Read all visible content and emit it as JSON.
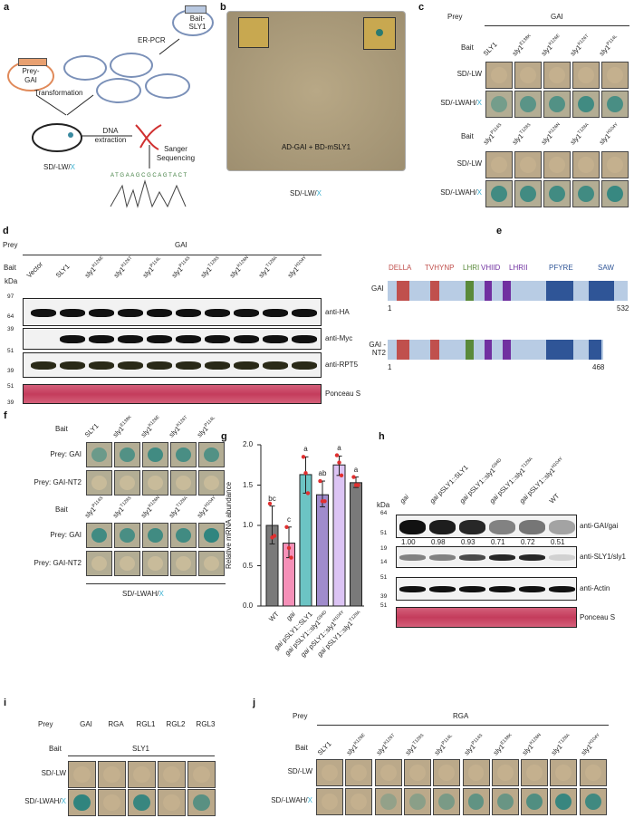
{
  "panel_labels": {
    "a": "a",
    "b": "b",
    "c": "c",
    "d": "d",
    "e": "e",
    "f": "f",
    "g": "g",
    "h": "h",
    "i": "i",
    "j": "j"
  },
  "panel_a": {
    "bait_plasmid": "Bait-SLY1",
    "er_pcr": "ER-PCR",
    "prey_plasmid": "Prey-GAI",
    "transformation": "Transformation",
    "dna_extraction": "DNA extraction",
    "sanger": "Sanger Sequencing",
    "medium": "SD/-LW/",
    "medium_x": "X",
    "sequence": "ATGAAGCGCAGTACT",
    "colors": {
      "prey": "#e08a5a",
      "bait": "#7a90b8",
      "x_stain": "#3ab0d0"
    }
  },
  "panel_b": {
    "plate_label": "AD-GAI + BD-mSLY1",
    "medium": "SD/-LW/",
    "medium_x": "X"
  },
  "panel_c": {
    "prey_label": "Prey",
    "prey": "GAI",
    "bait_label": "Bait",
    "rows": [
      {
        "medium": "SD/-LW",
        "x": ""
      },
      {
        "medium": "SD/-LWAH/",
        "x": "X"
      }
    ],
    "groups": [
      {
        "baits": [
          {
            "base": "SLY1",
            "sup": ""
          },
          {
            "base": "sly1",
            "sup": "E138K"
          },
          {
            "base": "sly1",
            "sup": "K126E"
          },
          {
            "base": "sly1",
            "sup": "K126T"
          },
          {
            "base": "sly1",
            "sup": "P114L"
          }
        ],
        "blue_level": [
          [
            0,
            0,
            0,
            0,
            0
          ],
          [
            0.5,
            0.65,
            0.7,
            0.8,
            0.75
          ]
        ]
      },
      {
        "baits": [
          {
            "base": "sly1",
            "sup": "P114S"
          },
          {
            "base": "sly1",
            "sup": "T128S"
          },
          {
            "base": "sly1",
            "sup": "K126N"
          },
          {
            "base": "sly1",
            "sup": "T128A"
          },
          {
            "base": "sly1",
            "sup": "H104Y"
          }
        ],
        "blue_level": [
          [
            0,
            0,
            0,
            0,
            0
          ],
          [
            0.8,
            0.8,
            0.8,
            0.8,
            0.85
          ]
        ]
      }
    ]
  },
  "panel_d": {
    "prey_label": "Prey",
    "prey": "GAI",
    "bait_label": "Bait",
    "kda_label": "kDa",
    "lanes": [
      {
        "base": "Vector",
        "sup": ""
      },
      {
        "base": "SLY1",
        "sup": ""
      },
      {
        "base": "sly1",
        "sup": "K126E"
      },
      {
        "base": "sly1",
        "sup": "K126T"
      },
      {
        "base": "sly1",
        "sup": "P114L"
      },
      {
        "base": "sly1",
        "sup": "P114S"
      },
      {
        "base": "sly1",
        "sup": "T128S"
      },
      {
        "base": "sly1",
        "sup": "K126N"
      },
      {
        "base": "sly1",
        "sup": "T128A"
      },
      {
        "base": "sly1",
        "sup": "H104Y"
      }
    ],
    "blots": [
      {
        "antibody": "anti-HA",
        "markers": [
          "97",
          "64"
        ],
        "present": [
          1,
          1,
          1,
          1,
          1,
          1,
          1,
          1,
          1,
          1
        ]
      },
      {
        "antibody": "anti-Myc",
        "markers": [
          "39"
        ],
        "present": [
          0,
          1,
          1,
          1,
          1,
          1,
          1,
          1,
          1,
          1
        ]
      },
      {
        "antibody": "anti-RPT5",
        "markers": [
          "51",
          "39"
        ],
        "present": [
          1,
          1,
          1,
          1,
          1,
          1,
          1,
          1,
          1,
          1
        ]
      },
      {
        "antibody": "Ponceau S",
        "markers": [
          "51",
          "39"
        ],
        "present": [
          1,
          1,
          1,
          1,
          1,
          1,
          1,
          1,
          1,
          1
        ]
      }
    ]
  },
  "panel_e": {
    "domains": [
      {
        "name": "DELLA",
        "color": "#c0504d"
      },
      {
        "name": "TVHYNP",
        "color": "#c0504d"
      },
      {
        "name": "LHRI",
        "color": "#5a8a3a"
      },
      {
        "name": "VHIID",
        "color": "#7030a0"
      },
      {
        "name": "LHRII",
        "color": "#7030a0"
      },
      {
        "name": "PFYRE",
        "color": "#2f5597"
      },
      {
        "name": "SAW",
        "color": "#2f5597"
      }
    ],
    "proteins": [
      {
        "name": "GAI",
        "start": "1",
        "end": "532"
      },
      {
        "name": "GAI -NT2",
        "start": "1",
        "end": "468"
      }
    ],
    "backbone_color": "#b8cce4"
  },
  "panel_f": {
    "bait_label": "Bait",
    "rows": [
      "Prey: GAI",
      "Prey: GAI-NT2"
    ],
    "footer": "SD/-LWAH/",
    "footer_x": "X",
    "groups": [
      {
        "baits": [
          {
            "base": "SLY1",
            "sup": ""
          },
          {
            "base": "sly1",
            "sup": "E138K"
          },
          {
            "base": "sly1",
            "sup": "K126E"
          },
          {
            "base": "sly1",
            "sup": "K126T"
          },
          {
            "base": "sly1",
            "sup": "P114L"
          }
        ],
        "blue_level": [
          [
            0.55,
            0.7,
            0.8,
            0.75,
            0.7
          ],
          [
            0,
            0,
            0,
            0,
            0
          ]
        ]
      },
      {
        "baits": [
          {
            "base": "sly1",
            "sup": "P114S"
          },
          {
            "base": "sly1",
            "sup": "T128S"
          },
          {
            "base": "sly1",
            "sup": "K126N"
          },
          {
            "base": "sly1",
            "sup": "T128A"
          },
          {
            "base": "sly1",
            "sup": "H104Y"
          }
        ],
        "blue_level": [
          [
            0.8,
            0.75,
            0.8,
            0.8,
            0.9
          ],
          [
            0,
            0,
            0,
            0,
            0
          ]
        ]
      }
    ]
  },
  "chart_data": {
    "type": "bar",
    "ylabel": "Relative mRNA abundance",
    "ylim": [
      0,
      2.0
    ],
    "yticks": [
      "0.0",
      "0.5",
      "1.0",
      "1.5",
      "2.0"
    ],
    "categories": [
      {
        "base": "WT",
        "italic": "",
        "sup": ""
      },
      {
        "base": "",
        "italic": "gai",
        "sup": ""
      },
      {
        "base": " pSLY1::SLY1",
        "italic": "gai",
        "sup": ""
      },
      {
        "base": " pSLY1::sly1",
        "italic": "gai",
        "sup": "G94D"
      },
      {
        "base": " pSLY1::sly1",
        "italic": "gai",
        "sup": "H104Y"
      },
      {
        "base": " pSLY1::sly1",
        "italic": "gai",
        "sup": "T128A"
      }
    ],
    "values": [
      1.0,
      0.78,
      1.63,
      1.38,
      1.75,
      1.53
    ],
    "error_low": [
      0.77,
      0.6,
      1.4,
      1.23,
      1.62,
      1.47
    ],
    "error_high": [
      1.24,
      0.98,
      1.85,
      1.55,
      1.86,
      1.6
    ],
    "points": [
      [
        1.27,
        0.85,
        0.87
      ],
      [
        0.98,
        0.72,
        0.6
      ],
      [
        1.85,
        1.65,
        1.4
      ],
      [
        1.55,
        1.3,
        1.3
      ],
      [
        1.87,
        1.78,
        1.62
      ],
      [
        1.6,
        1.5,
        1.5
      ]
    ],
    "significance": [
      "bc",
      "c",
      "a",
      "ab",
      "a",
      "a"
    ],
    "colors": [
      "#7a7a7a",
      "#f590b8",
      "#6cc4c4",
      "#a08ccc",
      "#dcc4f4",
      "#7a7a7a"
    ],
    "point_color": "#e03030"
  },
  "panel_h": {
    "kda_label": "kDa",
    "lanes": [
      {
        "italic": "gai",
        "rest": "",
        "sup": ""
      },
      {
        "italic": "gai",
        "rest": " pSLY1::SLY1",
        "sup": ""
      },
      {
        "italic": "gai",
        "rest": " pSLY1::sly1",
        "sup": "G94D"
      },
      {
        "italic": "gai",
        "rest": " pSLY1::sly1",
        "sup": "T128A"
      },
      {
        "italic": "gai",
        "rest": " pSLY1::sly1",
        "sup": "H104Y"
      },
      {
        "italic": "",
        "rest": "WT",
        "sup": ""
      }
    ],
    "quantification": [
      "1.00",
      "0.98",
      "0.93",
      "0.71",
      "0.72",
      "0.51"
    ],
    "blots": [
      {
        "antibody": "anti-GAI/gai",
        "markers": [
          "64",
          "51"
        ],
        "intensity": [
          1,
          0.95,
          0.9,
          0.5,
          0.55,
          0.35
        ]
      },
      {
        "antibody": "anti-SLY1/sly1",
        "markers": [
          "19",
          "14"
        ],
        "intensity": [
          0.5,
          0.5,
          0.75,
          0.9,
          0.9,
          0.15
        ]
      },
      {
        "antibody": "anti-Actin",
        "markers": [
          "51",
          "39"
        ],
        "intensity": [
          1,
          1,
          1,
          1,
          1,
          1
        ]
      },
      {
        "antibody": "Ponceau S",
        "markers": [
          "51"
        ],
        "intensity": [
          1,
          1,
          1,
          1,
          1,
          1
        ]
      }
    ]
  },
  "panel_i": {
    "prey_label": "Prey",
    "preys": [
      "GAI",
      "RGA",
      "RGL1",
      "RGL2",
      "RGL3"
    ],
    "bait_label": "Bait",
    "bait": "SLY1",
    "rows": [
      {
        "medium": "SD/-LW",
        "x": ""
      },
      {
        "medium": "SD/-LWAH/",
        "x": "X"
      }
    ],
    "blue_level": [
      [
        0,
        0,
        0,
        0,
        0
      ],
      [
        0.9,
        0,
        0.85,
        0,
        0.65
      ]
    ]
  },
  "panel_j": {
    "prey_label": "Prey",
    "prey": "RGA",
    "bait_label": "Bait",
    "baits": [
      {
        "base": "SLY1",
        "sup": ""
      },
      {
        "base": "sly1",
        "sup": "K126E"
      },
      {
        "base": "sly1",
        "sup": "K126T"
      },
      {
        "base": "sly1",
        "sup": "T128S"
      },
      {
        "base": "sly1",
        "sup": "P114L"
      },
      {
        "base": "sly1",
        "sup": "P114S"
      },
      {
        "base": "sly1",
        "sup": "E138K"
      },
      {
        "base": "sly1",
        "sup": "K126N"
      },
      {
        "base": "sly1",
        "sup": "T128A"
      },
      {
        "base": "sly1",
        "sup": "H104Y"
      }
    ],
    "rows": [
      {
        "medium": "SD/-LW",
        "x": ""
      },
      {
        "medium": "SD/-LWAH/",
        "x": "X"
      }
    ],
    "blue_level": [
      [
        0,
        0,
        0,
        0,
        0,
        0,
        0,
        0,
        0,
        0
      ],
      [
        0,
        0,
        0.3,
        0.35,
        0.45,
        0.6,
        0.55,
        0.7,
        0.85,
        0.8
      ]
    ]
  }
}
